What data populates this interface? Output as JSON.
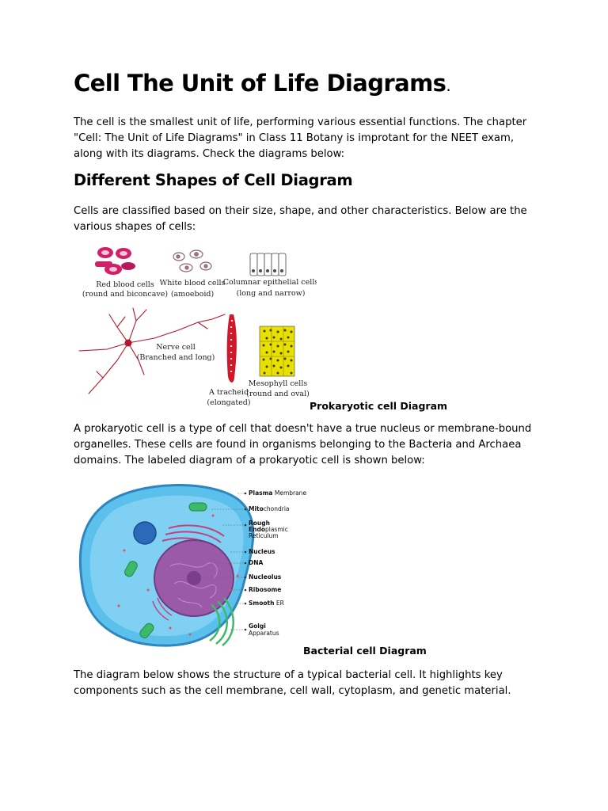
{
  "title": "Cell The Unit of Life Diagrams",
  "title_period": ".",
  "intro": "The cell is the smallest unit of life, performing various essential functions. The chapter \"Cell: The Unit of Life Diagrams\" in Class 11 Botany is improtant for the NEET exam, along with its diagrams. Check the diagrams below:",
  "shapes_heading": "Different Shapes of Cell Diagram",
  "shapes_intro": "Cells are classified based on their size, shape, and other characteristics. Below are the various shapes of cells:",
  "shapes_figure": {
    "rbc": [
      "Red blood cells",
      "(round and biconcave)"
    ],
    "wbc": [
      "White blood cells",
      "(amoeboid)"
    ],
    "columnar": [
      "Columnar epithelial cells",
      "(long and narrow)"
    ],
    "nerve": [
      "Nerve cell",
      "(Branched and  long)"
    ],
    "tracheid": [
      "A tracheid",
      "(elongated)"
    ],
    "mesophyll": [
      "Mesophyll cells",
      "(round and oval)"
    ]
  },
  "prokaryotic_caption": "Prokaryotic cell Diagram",
  "prokaryotic_text": "A prokaryotic cell is a type of cell that doesn't have a true nucleus or membrane-bound organelles. These cells are found in organisms belonging to the Bacteria and Archaea domains. The labeled diagram of a prokaryotic cell is shown below:",
  "cell_figure": {
    "labels": [
      {
        "bold": "Plasma",
        "rest": " Membrane"
      },
      {
        "bold": "Mito",
        "rest": "chondria"
      },
      {
        "bold": "Rough",
        "rest": ""
      },
      {
        "bold": "Endo",
        "rest": "plasmic"
      },
      {
        "bold": "",
        "rest": "Reticulum"
      },
      {
        "bold": "Nucleus",
        "rest": ""
      },
      {
        "bold": "DNA",
        "rest": ""
      },
      {
        "bold": "Nucleolus",
        "rest": ""
      },
      {
        "bold": "Ribosome",
        "rest": ""
      },
      {
        "bold": "Smooth",
        "rest": " ER"
      },
      {
        "bold": "Golgi",
        "rest": ""
      },
      {
        "bold": "",
        "rest": "Apparatus"
      }
    ]
  },
  "bacterial_caption": "Bacterial cell Diagram",
  "bacterial_text": "The diagram below shows the structure of a typical bacterial cell. It highlights key components such as the cell membrane, cell wall, cytoplasm, and genetic material.",
  "colors": {
    "rbc": "#d0206a",
    "nerve": "#b0182c",
    "tracheid": "#d01828",
    "mesophyll": "#e8e000",
    "cell_body": "#5cc0ec",
    "nucleus": "#9a5aa8",
    "mitochondria": "#3cba6a",
    "er": "#c0447a"
  }
}
